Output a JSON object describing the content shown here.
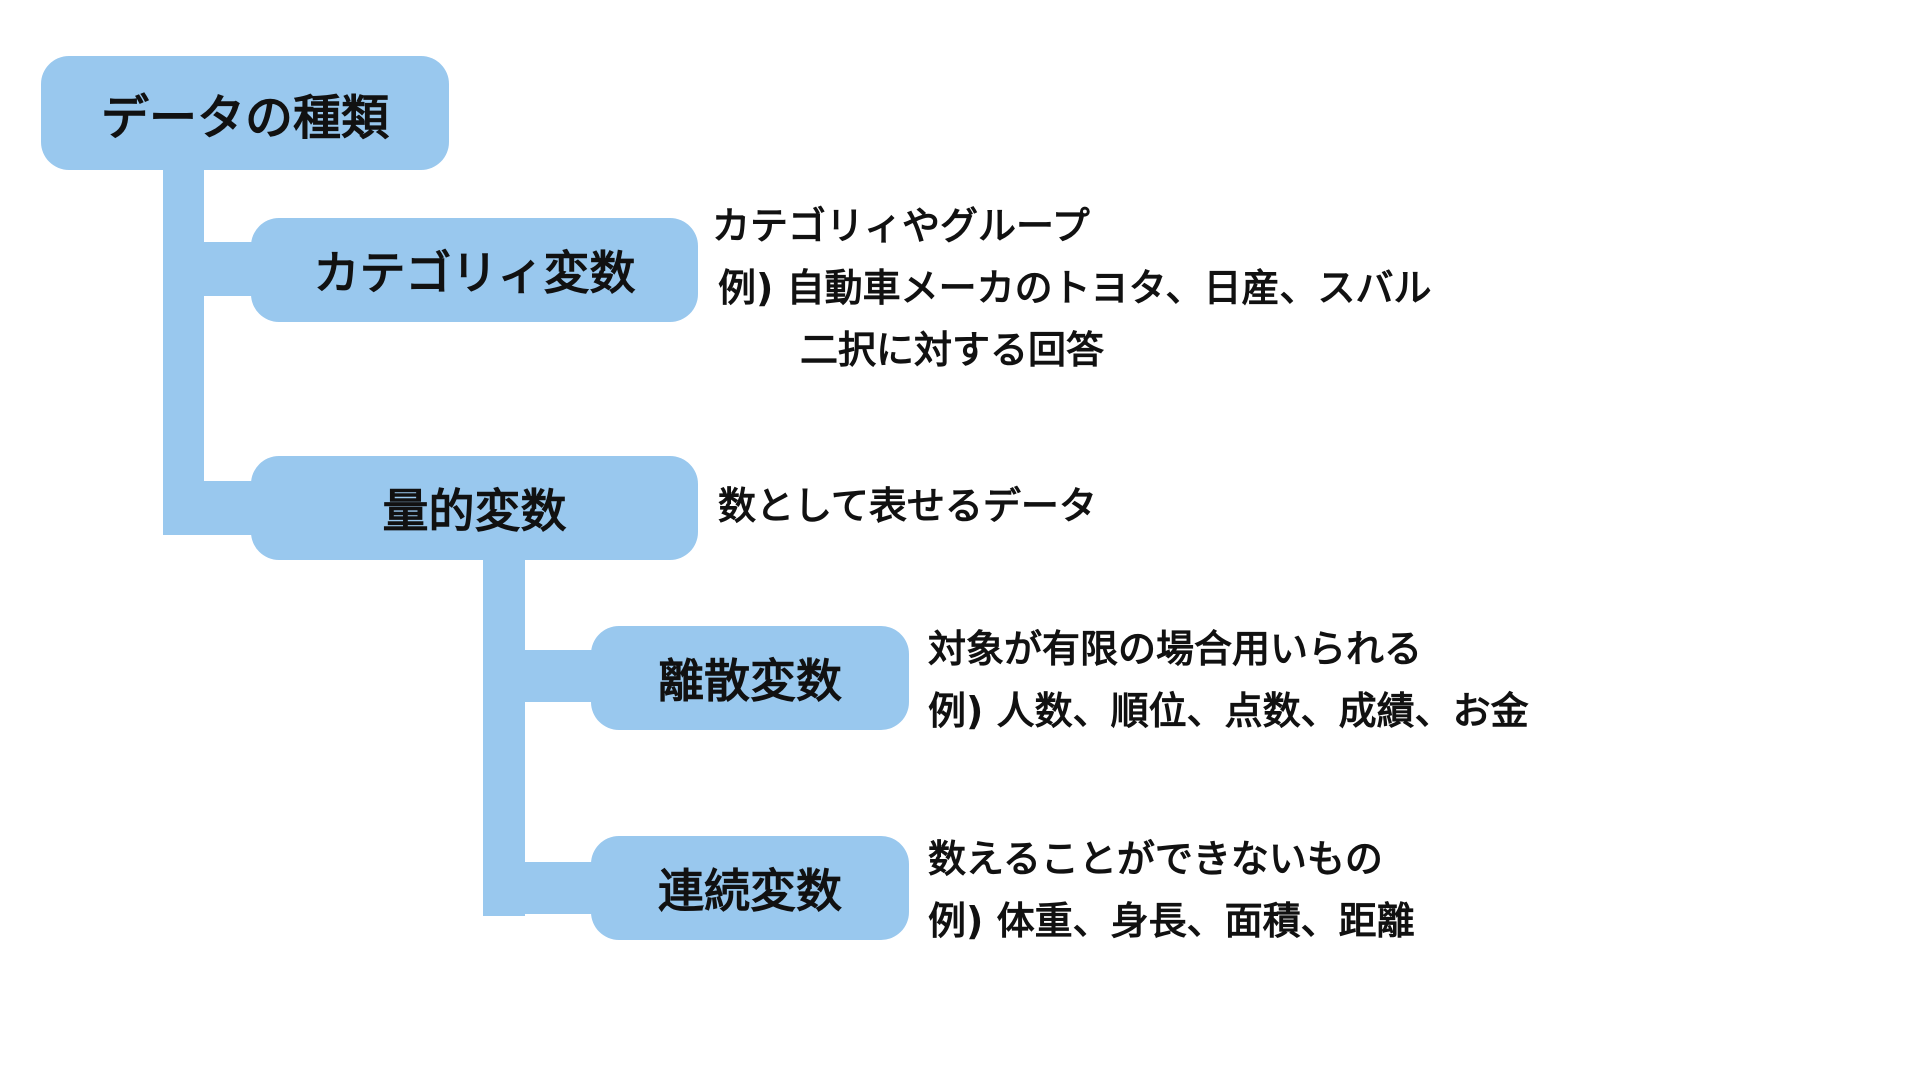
{
  "root": {
    "label": "データの種類"
  },
  "categorical": {
    "label": "カテゴリィ変数",
    "lines": [
      "カテゴリィやグループ",
      "例) 自動車メーカのトヨタ、日産、スバル",
      "二択に対する回答"
    ]
  },
  "quantitative": {
    "label": "量的変数",
    "lines": [
      "数として表せるデータ"
    ]
  },
  "discrete": {
    "label": "離散変数",
    "lines": [
      "対象が有限の場合用いられる",
      "例) 人数、順位、点数、成績、お金"
    ]
  },
  "continuous": {
    "label": "連続変数",
    "lines": [
      "数えることができないもの",
      "例) 体重、身長、面積、距離"
    ]
  },
  "colors": {
    "node_fill": "#99c8ee",
    "text": "#111111",
    "background": "#ffffff"
  }
}
